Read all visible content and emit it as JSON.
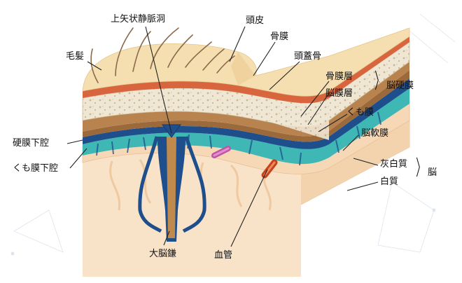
{
  "labels": {
    "superior_sagittal_sinus": "上矢状静脈洞",
    "scalp": "頭皮",
    "hair": "毛髪",
    "periosteum": "骨膜",
    "skull": "頭蓋骨",
    "periosteal_layer": "骨膜層",
    "meningeal_layer": "脳膜層",
    "dura_mater": "脳硬膜",
    "arachnoid": "くも膜",
    "pia_mater": "脳軟膜",
    "subdural_space": "硬膜下腔",
    "subarachnoid_space": "くも膜下腔",
    "gray_matter": "灰白質",
    "white_matter": "白質",
    "brain": "脳",
    "falx_cerebri": "大脳鎌",
    "blood_vessel": "血管"
  },
  "colors": {
    "scalp": "#f5deb0",
    "periosteum": "#d9653f",
    "skull": "#efe6d4",
    "dura_outer": "#b8834f",
    "dura_inner": "#9c6a3a",
    "arachnoid": "#1f4e8c",
    "pia": "#3fb7b5",
    "gray_matter": "#f6d8b6",
    "white_matter": "#f8e2c8",
    "line": "#222222"
  }
}
